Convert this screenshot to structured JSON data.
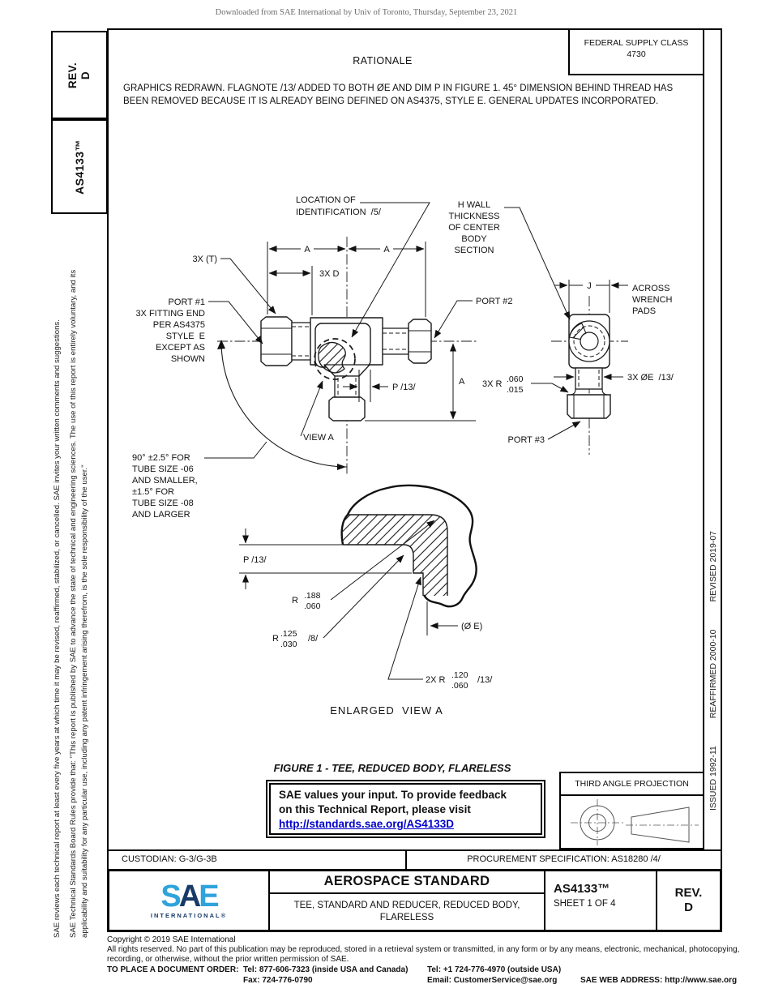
{
  "watermark": "Downloaded from SAE International by Univ of Toronto, Thursday, September 23, 2021",
  "tabs": {
    "rev_label": "REV.",
    "rev_value": "D",
    "doc": "AS4133™"
  },
  "margins": {
    "board_rules": "SAE Technical Standards Board Rules provide that: \"This report is published by SAE to advance the state of technical and engineering sciences. The use of this report is entirely voluntary, and its applicability and suitability for any particular use, including any patent infringement arising therefrom, is the sole responsibility of the user.\"",
    "reviews": "SAE reviews each technical report at least every five years at which time it may be revised, reaffirmed, stabilized, or cancelled. SAE invites your written comments and suggestions.",
    "issued": "ISSUED 1992-11",
    "reaffirmed": "REAFFIRMED 2000-10",
    "revised": "REVISED 2019-07"
  },
  "header": {
    "rationale_title": "RATIONALE",
    "fsc_line1": "FEDERAL SUPPLY CLASS",
    "fsc_line2": "4730",
    "rationale_body": "GRAPHICS REDRAWN. FLAGNOTE /13/ ADDED TO BOTH ØE AND DIM P IN FIGURE 1. 45° DIMENSION BEHIND THREAD HAS BEEN REMOVED BECAUSE IT IS ALREADY BEING DEFINED ON AS4375, STYLE E. GENERAL UPDATES INCORPORATED."
  },
  "drawing": {
    "loc1": "LOCATION OF",
    "loc2": "IDENTIFICATION  /5/",
    "hwall1": "H WALL",
    "hwall2": "THICKNESS",
    "hwall3": "OF CENTER",
    "hwall4": "BODY",
    "hwall5": "SECTION",
    "t3x": "3X (T)",
    "port1a": "PORT #1",
    "port1b": "3X FITTING END",
    "port1c": "PER AS4375",
    "port1d": "STYLE  E",
    "port1e": "EXCEPT AS",
    "port1f": "SHOWN",
    "dim_a": "A",
    "dim_j": "J",
    "dim_d": "3X D",
    "dim_p": "P /13/",
    "port2": "PORT #2",
    "port3": "PORT #3",
    "across1": "ACROSS",
    "across2": "WRENCH",
    "across3": "PADS",
    "r015_pre": "3X R",
    "r015_top": ".060",
    "r015_bot": ".015",
    "oe": "3X ØE  /13/",
    "ang1": "90° ±2.5° FOR",
    "ang2": "TUBE SIZE -06",
    "ang3": "AND SMALLER,",
    "ang4": "±1.5° FOR",
    "ang5": "TUBE SIZE -08",
    "ang6": "AND LARGER",
    "view_a": "VIEW A",
    "r188_pre": "R",
    "r188_top": ".188",
    "r188_bot": ".060",
    "r125_pre": "R",
    "r125_top": ".125",
    "r125_bot": ".030",
    "r125_suf": "/8/",
    "oe_e": "(Ø E)",
    "r120_pre": "2X R",
    "r120_top": ".120",
    "r120_bot": ".060",
    "r120_suf": "/13/",
    "enlarged": "ENLARGED  VIEW A"
  },
  "figure": {
    "caption": "FIGURE 1 - TEE, REDUCED BODY, FLARELESS"
  },
  "feedback": {
    "line1": "SAE values your input. To provide feedback",
    "line2": "on this Technical Report, please visit",
    "link": "http://standards.sae.org/AS4133D"
  },
  "projection": {
    "title": "THIRD ANGLE PROJECTION"
  },
  "title_block": {
    "custodian": "CUSTODIAN: G-3/G-3B",
    "procurement": "PROCUREMENT SPECIFICATION: AS18280 /4/",
    "brand_s": "S",
    "brand_a": "A",
    "brand_e": "E",
    "brand_sub": "INTERNATIONAL®",
    "heading": "AEROSPACE STANDARD",
    "subtitle1": "TEE, STANDARD AND REDUCER, REDUCED BODY,",
    "subtitle2": "FLARELESS",
    "doc_number": "AS4133™",
    "sheet": "SHEET 1 OF 4",
    "rev_label": "REV.",
    "rev_value": "D"
  },
  "footer": {
    "copyright": "Copyright © 2019 SAE International",
    "rights1": "All rights reserved. No part of this publication may be reproduced, stored in a retrieval system or transmitted, in any form or by any means, electronic, mechanical, photocopying,",
    "rights2": "recording, or otherwise, without the prior written permission of SAE.",
    "order": "TO PLACE A DOCUMENT ORDER:",
    "tel1": "Tel: 877-606-7323 (inside USA and Canada)",
    "tel2": "Tel: +1 724-776-4970 (outside USA)",
    "fax": "Fax: 724-776-0790",
    "email": "Email: CustomerService@sae.org",
    "web": "SAE WEB ADDRESS: http://www.sae.org"
  }
}
